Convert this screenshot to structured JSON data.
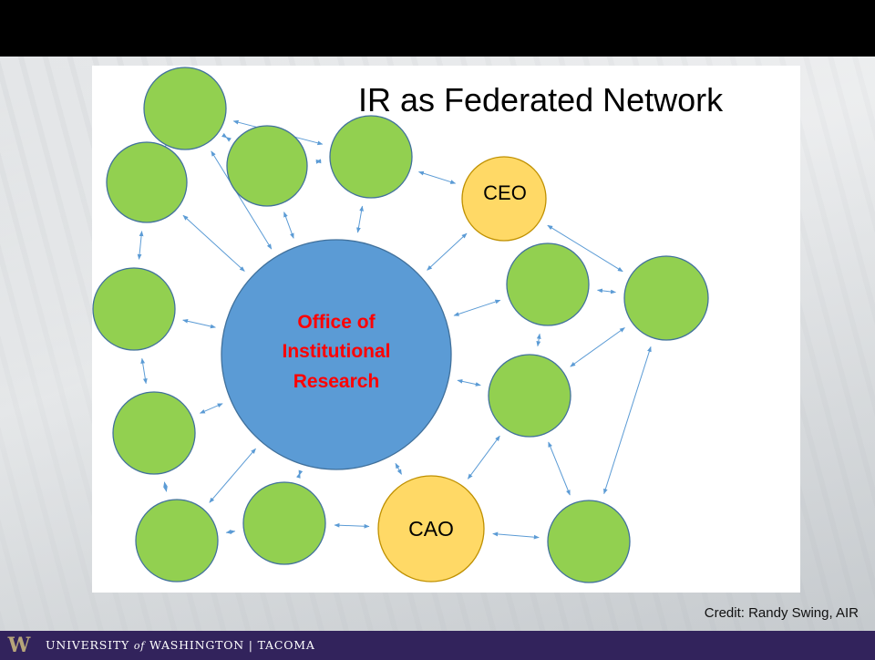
{
  "slide": {
    "title": "IR as Federated Network",
    "credit": "Credit: Randy Swing, AIR"
  },
  "diagram": {
    "center": {
      "label_lines": [
        "Office of",
        "Institutional",
        "Research"
      ]
    },
    "ceo": {
      "label": "CEO"
    },
    "cao": {
      "label": "CAO"
    }
  },
  "footer": {
    "logo_letter": "W",
    "org_prefix": "UNIVERSITY",
    "org_of": "of",
    "org_suffix": "WASHINGTON | TACOMA"
  },
  "colors": {
    "green_node": "#92d050",
    "center_node": "#5b9bd5",
    "exec_node": "#ffd966",
    "center_text": "#ff0000",
    "arrow": "#5b9bd5",
    "footer_bar": "#32235c"
  }
}
